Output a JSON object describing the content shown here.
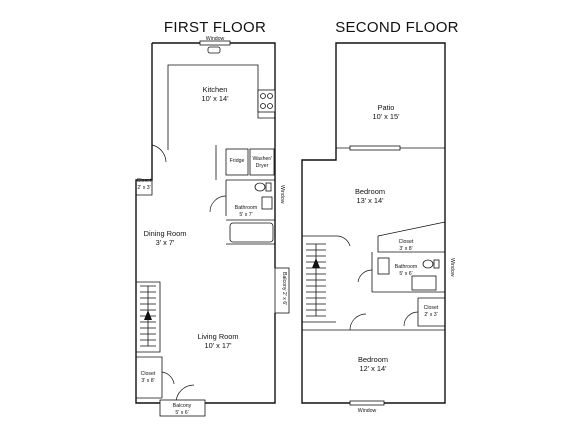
{
  "first_floor": {
    "title": "FIRST FLOOR",
    "window_top": "Window",
    "kitchen": "Kitchen",
    "kitchen_size": "10' x 14'",
    "fridge": "Fridge",
    "washer": "Washer/",
    "dryer": "Dryer",
    "closet_a": "Closet",
    "closet_a_size": "2' x 3'",
    "bathroom": "Bathroom",
    "bathroom_size": "5' x 7'",
    "dining": "Dining Room",
    "dining_size": "3' x 7'",
    "balcony_side": "Balcony  2' x 6'",
    "living": "Living Room",
    "living_size": "10' x 17'",
    "closet_b": "Closet",
    "closet_b_size": "3' x 8'",
    "balcony": "Balcony",
    "balcony_size": "5' x 6'",
    "window_side": "Window"
  },
  "second_floor": {
    "title": "SECOND FLOOR",
    "patio": "Patio",
    "patio_size": "10' x 15'",
    "bedroom1": "Bedroom",
    "bedroom1_size": "13' x 14'",
    "closet": "Closet",
    "closet_size": "3' x 8'",
    "bathroom": "Bathroom",
    "bathroom_size": "5' x 6'",
    "window_side": "Window",
    "closet_small": "Closet",
    "closet_small_size": "2' x 3'",
    "bedroom2": "Bedroom",
    "bedroom2_size": "12' x 14'",
    "window_bottom": "Window"
  }
}
